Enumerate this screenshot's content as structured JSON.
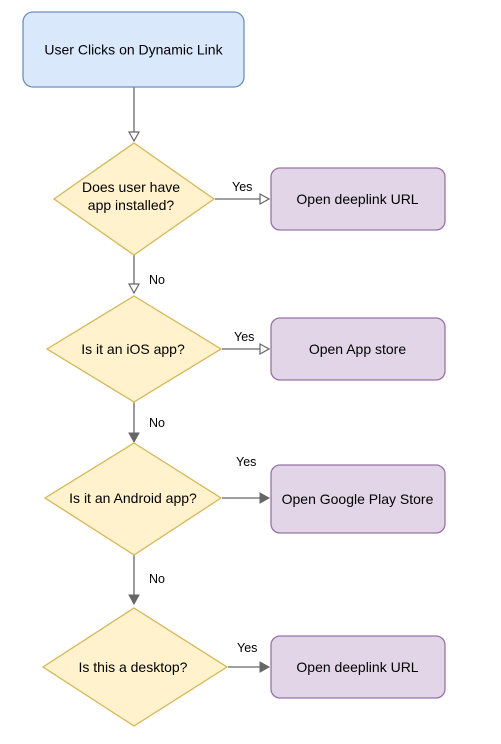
{
  "colors": {
    "start_fill": "#dae8fc",
    "start_stroke": "#6c8ebf",
    "decision_fill": "#fff2cc",
    "decision_stroke": "#d6b656",
    "action_fill": "#e1d5e7",
    "action_stroke": "#9673a6",
    "edge": "#666666"
  },
  "start": {
    "label": "User Clicks on Dynamic Link"
  },
  "decisions": [
    {
      "lines": [
        "Does user have",
        "app installed?"
      ]
    },
    {
      "lines": [
        "Is it an iOS app?"
      ]
    },
    {
      "lines": [
        "Is it an Android app?"
      ]
    },
    {
      "lines": [
        "Is this a desktop?"
      ]
    }
  ],
  "actions": [
    {
      "label": "Open deeplink URL"
    },
    {
      "label": "Open App store"
    },
    {
      "label": "Open Google Play Store"
    },
    {
      "label": "Open deeplink URL"
    }
  ],
  "edge_labels": {
    "yes": "Yes",
    "no": "No"
  }
}
